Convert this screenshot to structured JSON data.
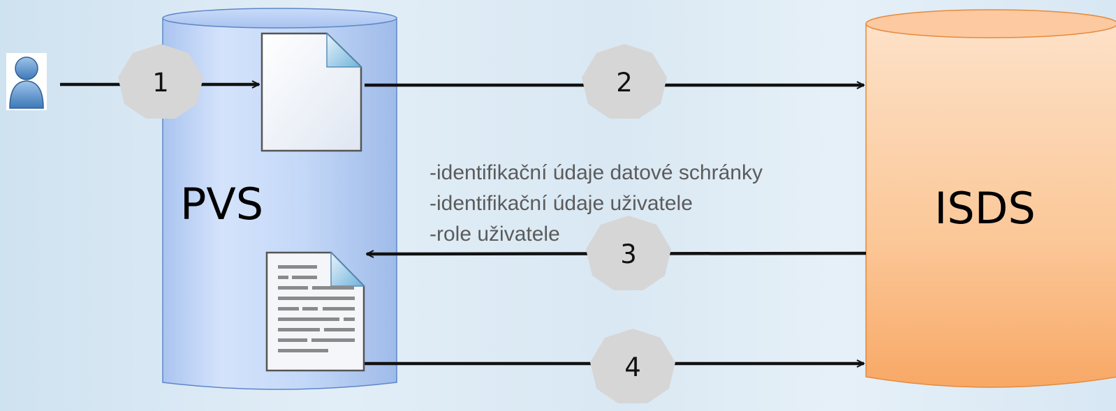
{
  "pvs": {
    "label": "PVS"
  },
  "isds": {
    "label": "ISDS"
  },
  "steps": [
    {
      "label": "1"
    },
    {
      "label": "2"
    },
    {
      "label": "3"
    },
    {
      "label": "4"
    }
  ],
  "info": {
    "lines": [
      "-identifikační údaje datové schránky",
      "-identifikační údaje uživatele",
      "-role uživatele"
    ]
  },
  "icons": {
    "user": "user-icon",
    "request": "blank-document-icon",
    "response": "text-document-icon"
  },
  "colors": {
    "pvs_fill": "#c2d6f8",
    "pvs_stroke": "#5d86c8",
    "isds_fill": "#fbbf8e",
    "isds_stroke": "#e58a3c",
    "step_badge": "#d6d6d6",
    "arrow": "#111111"
  }
}
